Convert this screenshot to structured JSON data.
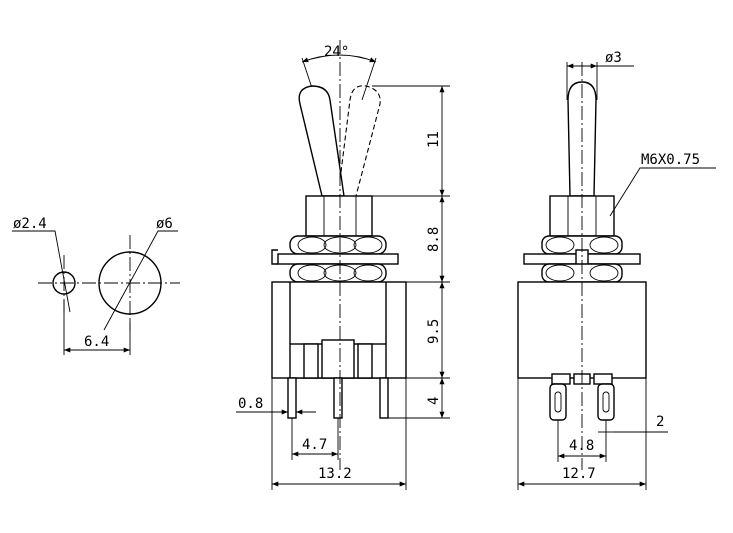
{
  "panel_hole": {
    "small_hole_label": "ø2.4",
    "large_hole_label": "ø6",
    "spacing_label": "6.4"
  },
  "front_view": {
    "angle_label": "24°",
    "lever_label": "11",
    "bushing_label": "8.8",
    "body_label": "9.5",
    "terminal_length_label": "4",
    "terminal_thickness_label": "0.8",
    "pitch_label": "4.7",
    "width_label": "13.2"
  },
  "side_view": {
    "lever_dia_label": "ø3",
    "thread_label": "M6X0.75",
    "terminal_width_label": "2",
    "pitch_label": "4.8",
    "width_label": "12.7"
  }
}
